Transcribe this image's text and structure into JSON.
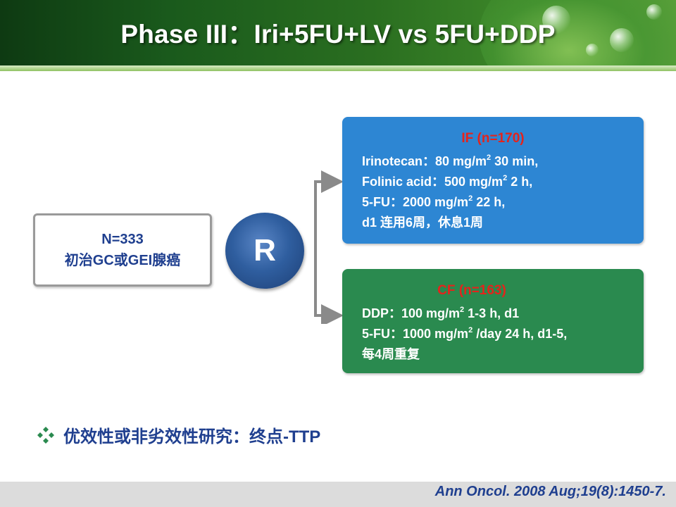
{
  "header": {
    "title": "Phase III：Iri+5FU+LV vs 5FU+DDP"
  },
  "patients": {
    "line1": "N=333",
    "line2": "初治GC或GEI腺癌"
  },
  "randomization": {
    "label": "R"
  },
  "arm_if": {
    "title": "IF (n=170)",
    "lines": [
      {
        "pre": "Irinotecan：80 mg/m",
        "sup": "2",
        "post": " 30 min,"
      },
      {
        "pre": "Folinic acid：500 mg/m",
        "sup": "2",
        "post": "  2 h,"
      },
      {
        "pre": "5-FU：2000 mg/m",
        "sup": "2",
        "post": "  22 h,"
      },
      {
        "pre": "d1 连用6周，休息1周",
        "sup": "",
        "post": ""
      }
    ]
  },
  "arm_cf": {
    "title": "CF (n=163)",
    "lines": [
      {
        "pre": "DDP：100 mg/m",
        "sup": "2",
        "post": "  1-3 h, d1"
      },
      {
        "pre": "5-FU：1000 mg/m",
        "sup": "2",
        "post": " /day 24 h, d1-5,"
      },
      {
        "pre": "每4周重复",
        "sup": "",
        "post": ""
      }
    ]
  },
  "bullet": {
    "icon": "diamond-bullet-icon",
    "text": "优效性或非劣效性研究：终点-TTP"
  },
  "citation": "Ann Oncol. 2008 Aug;19(8):1450-7.",
  "colors": {
    "title": "#ffffff",
    "navy_text": "#1f3f8f",
    "arm_title_red": "#e5231b",
    "arm_if_bg": "#2d86d3",
    "arm_cf_bg": "#2a8a4f",
    "r_circle": "#2f5e9f"
  }
}
